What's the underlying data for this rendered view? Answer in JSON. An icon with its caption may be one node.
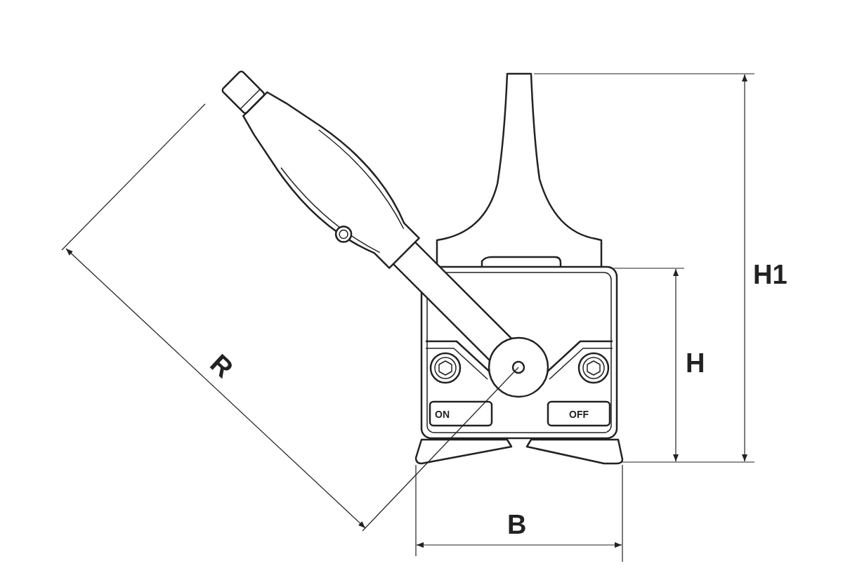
{
  "diagram": {
    "labels": [
      "H1",
      "R",
      "H",
      "ON",
      "OFF",
      "B"
    ]
  }
}
